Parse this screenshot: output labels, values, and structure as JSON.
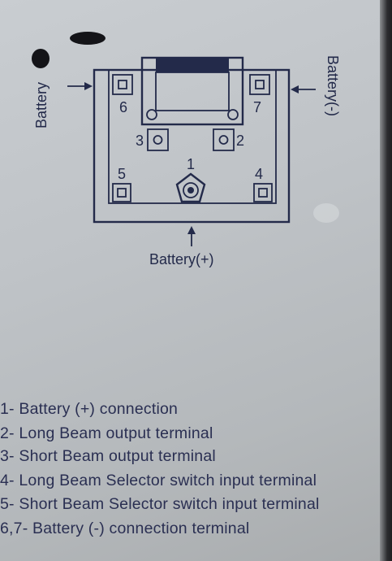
{
  "diagram": {
    "label_battery_left": "Battery",
    "label_battery_right": "Battery(-)",
    "label_battery_bottom": "Battery(+)",
    "terminals": [
      "1",
      "2",
      "3",
      "4",
      "5",
      "6",
      "7"
    ]
  },
  "legend": [
    "1- Battery (+) connection",
    "2- Long Beam output terminal",
    "3- Short Beam output terminal",
    "4- Long Beam Selector switch input terminal",
    "5- Short Beam Selector switch input terminal",
    "6,7- Battery (-) connection terminal"
  ]
}
